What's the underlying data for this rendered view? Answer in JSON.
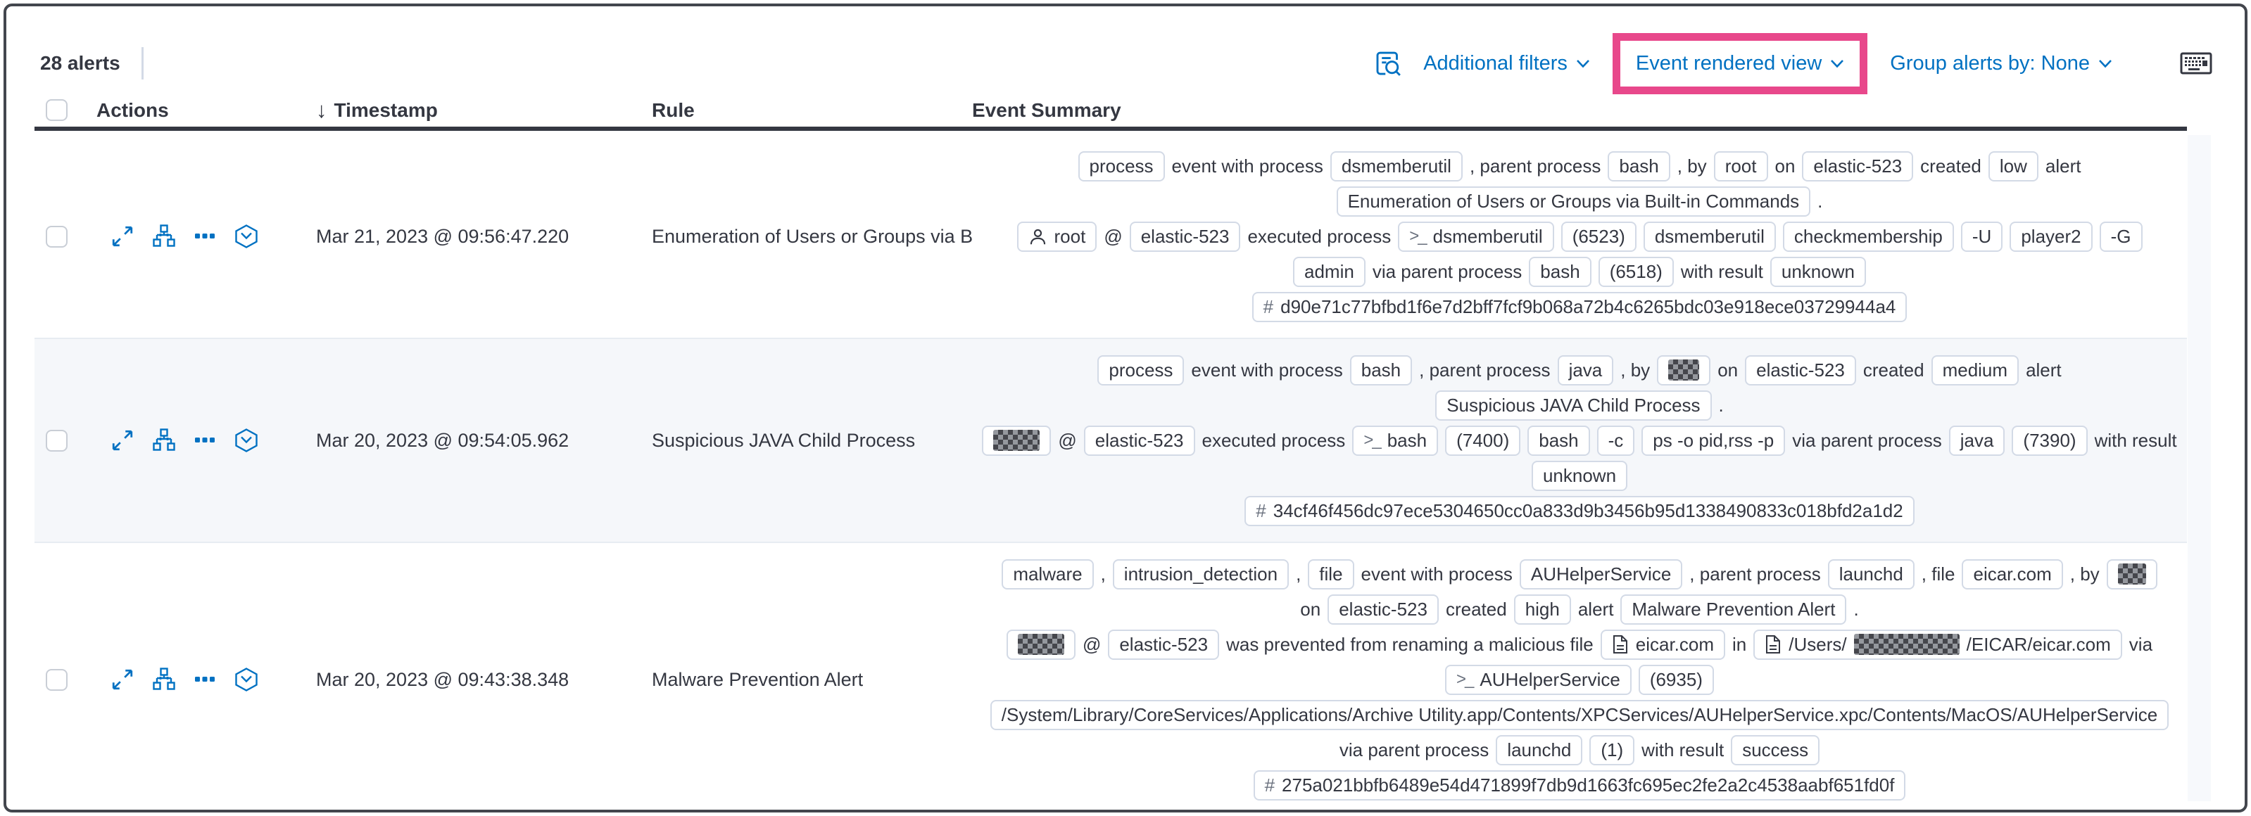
{
  "toolbar": {
    "alert_count": "28 alerts",
    "additional_filters": "Additional filters",
    "event_rendered_view": "Event rendered view",
    "group_alerts_by": "Group alerts by: None"
  },
  "table": {
    "headers": {
      "actions": "Actions",
      "timestamp": "Timestamp",
      "rule": "Rule",
      "event_summary": "Event Summary"
    },
    "row_actions": [
      {
        "name": "expand-alert-button",
        "icon": "expand"
      },
      {
        "name": "analyze-event-button",
        "icon": "analyzer"
      },
      {
        "name": "more-actions-button",
        "icon": "more"
      },
      {
        "name": "session-view-button",
        "icon": "session"
      }
    ],
    "rows": [
      {
        "timestamp": "Mar 21, 2023 @ 09:56:47.220",
        "rule": "Enumeration of Users or Groups via Bui",
        "summary_lines": [
          [
            {
              "t": "badge",
              "v": "process"
            },
            {
              "t": "text",
              "v": "event with process"
            },
            {
              "t": "badge",
              "v": "dsmemberutil"
            },
            {
              "t": "text",
              "v": ", parent process"
            },
            {
              "t": "badge",
              "v": "bash"
            },
            {
              "t": "text",
              "v": ", by"
            },
            {
              "t": "badge",
              "v": "root"
            },
            {
              "t": "text",
              "v": "on"
            },
            {
              "t": "badge",
              "v": "elastic-523"
            },
            {
              "t": "text",
              "v": "created"
            },
            {
              "t": "badge",
              "v": "low"
            },
            {
              "t": "text",
              "v": "alert"
            }
          ],
          [
            {
              "t": "badge",
              "v": "Enumeration of Users or Groups via Built-in Commands"
            },
            {
              "t": "text",
              "v": "."
            }
          ],
          [
            {
              "t": "badge",
              "v": "root",
              "icon": "user"
            },
            {
              "t": "text",
              "v": "@"
            },
            {
              "t": "badge",
              "v": "elastic-523"
            },
            {
              "t": "text",
              "v": "executed process"
            },
            {
              "t": "badge",
              "v": "dsmemberutil",
              "icon": "terminal"
            },
            {
              "t": "badge",
              "v": "(6523)"
            },
            {
              "t": "badge",
              "v": "dsmemberutil"
            },
            {
              "t": "badge",
              "v": "checkmembership"
            },
            {
              "t": "badge",
              "v": "-U"
            },
            {
              "t": "badge",
              "v": "player2"
            },
            {
              "t": "badge",
              "v": "-G"
            }
          ],
          [
            {
              "t": "badge",
              "v": "admin"
            },
            {
              "t": "text",
              "v": "via parent process"
            },
            {
              "t": "badge",
              "v": "bash"
            },
            {
              "t": "badge",
              "v": "(6518)"
            },
            {
              "t": "text",
              "v": "with result"
            },
            {
              "t": "badge",
              "v": "unknown"
            }
          ],
          [
            {
              "t": "badge",
              "v": "d90e71c77bfbd1f6e7d2bff7fcf9b068a72b4c6265bdc03e918ece03729944a4",
              "icon": "hash"
            }
          ]
        ]
      },
      {
        "timestamp": "Mar 20, 2023 @ 09:54:05.962",
        "rule": "Suspicious JAVA Child Process",
        "summary_lines": [
          [
            {
              "t": "badge",
              "v": "process"
            },
            {
              "t": "text",
              "v": "event with process"
            },
            {
              "t": "badge",
              "v": "bash"
            },
            {
              "t": "text",
              "v": ", parent process"
            },
            {
              "t": "badge",
              "v": "java"
            },
            {
              "t": "text",
              "v": ", by"
            },
            {
              "t": "badge",
              "redacted": true,
              "w": 44
            },
            {
              "t": "text",
              "v": "on"
            },
            {
              "t": "badge",
              "v": "elastic-523"
            },
            {
              "t": "text",
              "v": "created"
            },
            {
              "t": "badge",
              "v": "medium"
            },
            {
              "t": "text",
              "v": "alert"
            }
          ],
          [
            {
              "t": "badge",
              "v": "Suspicious JAVA Child Process"
            },
            {
              "t": "text",
              "v": "."
            }
          ],
          [
            {
              "t": "badge",
              "redacted": true,
              "w": 66
            },
            {
              "t": "text",
              "v": "@"
            },
            {
              "t": "badge",
              "v": "elastic-523"
            },
            {
              "t": "text",
              "v": "executed process"
            },
            {
              "t": "badge",
              "v": "bash",
              "icon": "terminal"
            },
            {
              "t": "badge",
              "v": "(7400)"
            },
            {
              "t": "badge",
              "v": "bash"
            },
            {
              "t": "badge",
              "v": "-c"
            },
            {
              "t": "badge",
              "v": "ps -o pid,rss -p"
            },
            {
              "t": "text",
              "v": "via parent process"
            },
            {
              "t": "badge",
              "v": "java"
            },
            {
              "t": "badge",
              "v": "(7390)"
            },
            {
              "t": "text",
              "v": "with result"
            }
          ],
          [
            {
              "t": "badge",
              "v": "unknown"
            }
          ],
          [
            {
              "t": "badge",
              "v": "34cf46f456dc97ece5304650cc0a833d9b3456b95d1338490833c018bfd2a1d2",
              "icon": "hash"
            }
          ]
        ]
      },
      {
        "timestamp": "Mar 20, 2023 @ 09:43:38.348",
        "rule": "Malware Prevention Alert",
        "summary_lines": [
          [
            {
              "t": "badge",
              "v": "malware"
            },
            {
              "t": "text",
              "v": ","
            },
            {
              "t": "badge",
              "v": "intrusion_detection"
            },
            {
              "t": "text",
              "v": ","
            },
            {
              "t": "badge",
              "v": "file"
            },
            {
              "t": "text",
              "v": "event with process"
            },
            {
              "t": "badge",
              "v": "AUHelperService"
            },
            {
              "t": "text",
              "v": ", parent process"
            },
            {
              "t": "badge",
              "v": "launchd"
            },
            {
              "t": "text",
              "v": ", file"
            },
            {
              "t": "badge",
              "v": "eicar.com"
            },
            {
              "t": "text",
              "v": ", by"
            },
            {
              "t": "badge",
              "redacted": true,
              "w": 40
            }
          ],
          [
            {
              "t": "text",
              "v": "on"
            },
            {
              "t": "badge",
              "v": "elastic-523"
            },
            {
              "t": "text",
              "v": "created"
            },
            {
              "t": "badge",
              "v": "high"
            },
            {
              "t": "text",
              "v": "alert"
            },
            {
              "t": "badge",
              "v": "Malware Prevention Alert"
            },
            {
              "t": "text",
              "v": "."
            }
          ],
          [
            {
              "t": "badge",
              "redacted": true,
              "w": 66
            },
            {
              "t": "text",
              "v": "@"
            },
            {
              "t": "badge",
              "v": "elastic-523"
            },
            {
              "t": "text",
              "v": "was prevented from renaming a malicious file"
            },
            {
              "t": "badge",
              "v": "eicar.com",
              "icon": "file"
            },
            {
              "t": "text",
              "v": "in"
            },
            {
              "t": "badge",
              "icon": "file",
              "parts": [
                {
                  "v": "/Users/"
                },
                {
                  "redacted": true,
                  "w": 150
                },
                {
                  "v": "/EICAR/eicar.com"
                }
              ]
            },
            {
              "t": "text",
              "v": "via"
            }
          ],
          [
            {
              "t": "badge",
              "v": "AUHelperService",
              "icon": "terminal"
            },
            {
              "t": "badge",
              "v": "(6935)"
            }
          ],
          [
            {
              "t": "badge",
              "v": "/System/Library/CoreServices/Applications/Archive Utility.app/Contents/XPCServices/AUHelperService.xpc/Contents/MacOS/AUHelperService"
            }
          ],
          [
            {
              "t": "text",
              "v": "via parent process"
            },
            {
              "t": "badge",
              "v": "launchd"
            },
            {
              "t": "badge",
              "v": "(1)"
            },
            {
              "t": "text",
              "v": "with result"
            },
            {
              "t": "badge",
              "v": "success"
            }
          ],
          [
            {
              "t": "badge",
              "v": "275a021bbfb6489e54d471899f7db9d1663fc695ec2fe2a2c4538aabf651fd0f",
              "icon": "hash"
            }
          ]
        ]
      }
    ]
  },
  "icons": {
    "inspect": "inspect-icon",
    "chevron": "chevron-down-icon",
    "keyboard": "keyboard-icon",
    "sort_desc": "↓",
    "expand": "expand-icon",
    "analyzer": "analyze-event-icon",
    "more": "more-actions-icon",
    "session": "session-view-icon",
    "user": "user-icon",
    "terminal": ">_",
    "file": "file-icon",
    "hash": "#"
  },
  "colors": {
    "accent": "#0071c2",
    "highlight": "#e8488b",
    "text": "#343741",
    "stripe": "#f5f7fa",
    "badge-border": "#d3dae6"
  }
}
